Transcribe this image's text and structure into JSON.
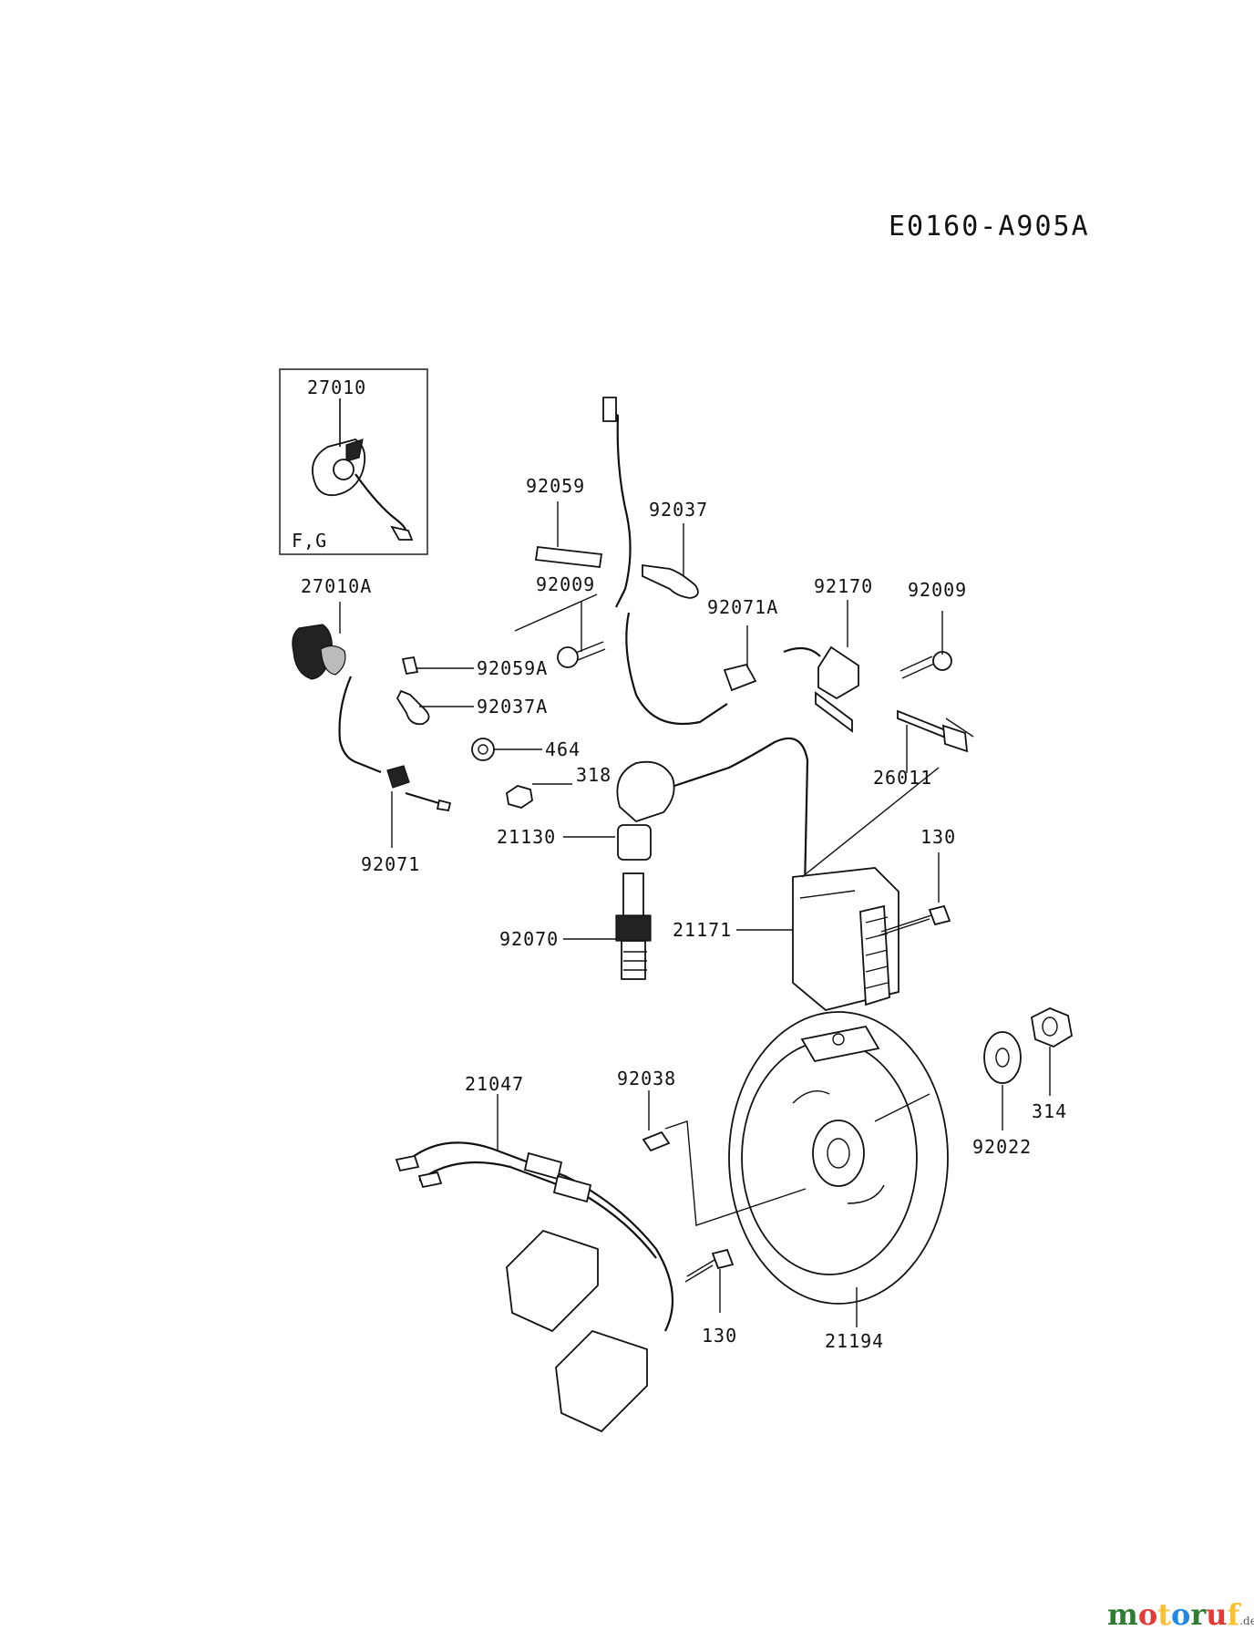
{
  "diagram": {
    "code": "E0160-A905A",
    "inset_note": "F,G",
    "labels": {
      "p27010": "27010",
      "p27010A": "27010A",
      "p92059": "92059",
      "p92037": "92037",
      "p92009_a": "92009",
      "p92071A": "92071A",
      "p92170": "92170",
      "p92009_b": "92009",
      "p92059A": "92059A",
      "p92037A": "92037A",
      "p464": "464",
      "p318": "318",
      "p26011": "26011",
      "p21130": "21130",
      "p130_a": "130",
      "p92071": "92071",
      "p92070": "92070",
      "p21171": "21171",
      "p21047": "21047",
      "p92038": "92038",
      "p92022": "92022",
      "p314": "314",
      "p130_b": "130",
      "p21194": "21194"
    }
  },
  "watermark": {
    "text": "motoruf",
    "suffix": ".de",
    "colors": [
      "#2e7d32",
      "#e53935",
      "#fbc02d",
      "#1e88e5"
    ]
  }
}
